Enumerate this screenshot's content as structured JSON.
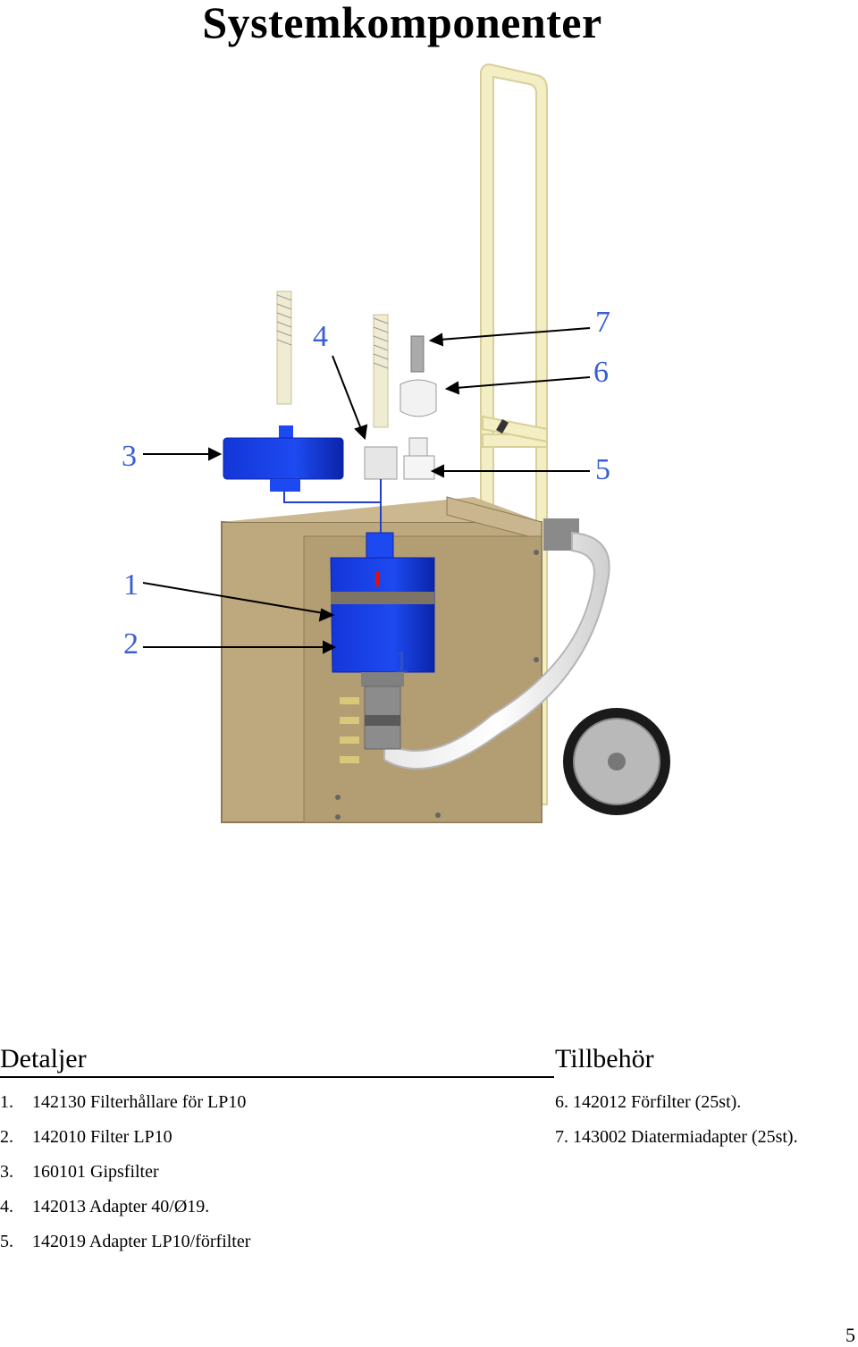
{
  "page": {
    "title": "Systemkomponenter",
    "page_number": "5"
  },
  "callouts": [
    "1",
    "2",
    "3",
    "4",
    "5",
    "6",
    "7"
  ],
  "figure_labels": {
    "part_mark": "1"
  },
  "details": {
    "heading": "Detaljer",
    "items": [
      {
        "num": "1.",
        "text": "142130 Filterhållare för LP10"
      },
      {
        "num": "2.",
        "text": "142010 Filter LP10"
      },
      {
        "num": "3.",
        "text": "160101 Gipsfilter"
      },
      {
        "num": "4.",
        "text": "142013 Adapter 40/Ø19."
      },
      {
        "num": "5.",
        "text": "142019 Adapter LP10/förfilter"
      }
    ]
  },
  "accessories": {
    "heading": "Tillbehör",
    "items": [
      {
        "num": "6.",
        "text": "142012 Förfilter (25st)."
      },
      {
        "num": "7.",
        "text": "143002 Diatermiadapter (25st)."
      }
    ]
  }
}
